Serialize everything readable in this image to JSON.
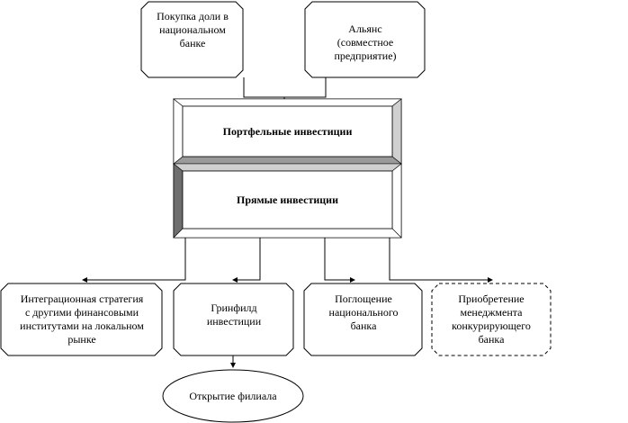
{
  "boxes": {
    "share_purchase": "Покупка доли в\nнациональном\nбанке",
    "alliance": "Альянс\n(совместное\nпредприятие)",
    "portfolio": "Портфельные инвестиции",
    "direct": "Прямые инвестиции",
    "integration": "Интеграционная стратегия\nс другими финансовыми\nинститутами на локальном\nрынке",
    "greenfield": "Гринфилд\nинвестиции",
    "takeover": "Поглощение\nнационального\nбанка",
    "acquisition": "Приобретение\nменеджмента\nконкурирующего\nбанка",
    "branch": "Открытие филиала"
  }
}
